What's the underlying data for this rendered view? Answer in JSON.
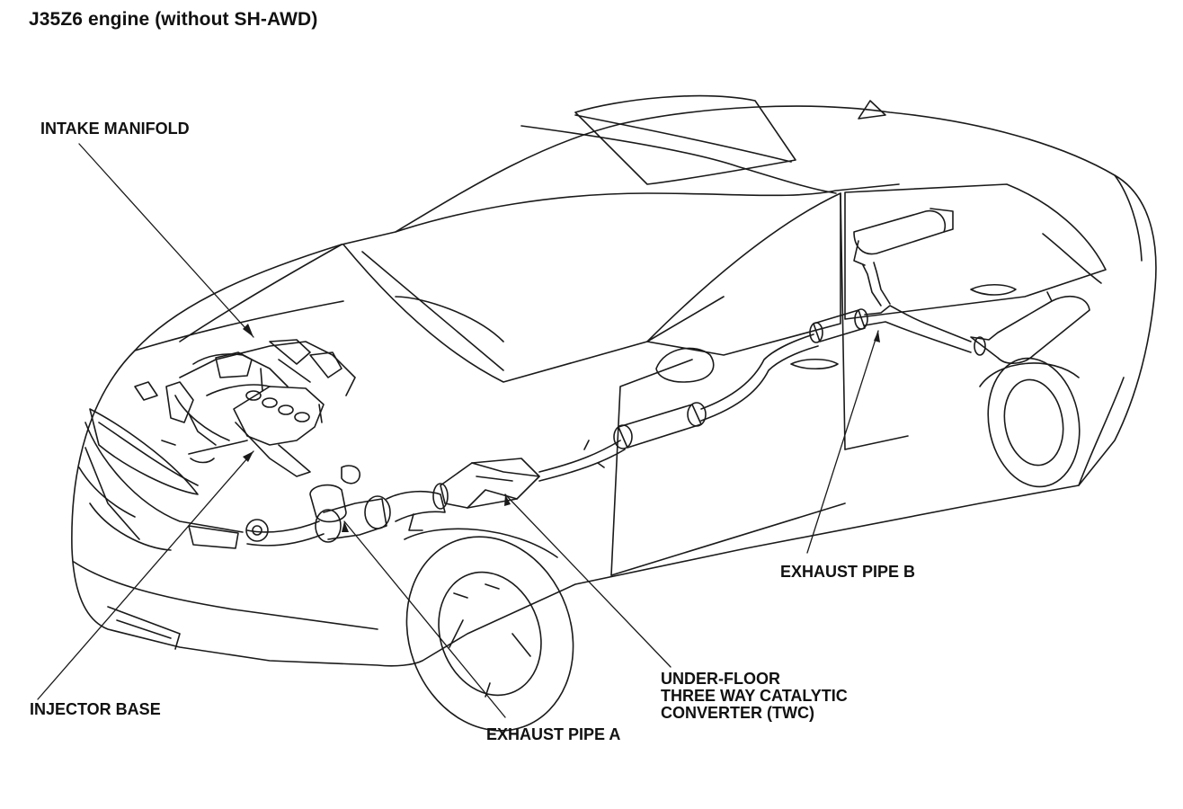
{
  "title": "J35Z6 engine (without SH-AWD)",
  "callouts": {
    "intake_manifold": "INTAKE MANIFOLD",
    "injector_base": "INJECTOR BASE",
    "exhaust_pipe_a": "EXHAUST PIPE A",
    "twc": [
      "UNDER-FLOOR",
      "THREE WAY CATALYTIC",
      "CONVERTER (TWC)"
    ],
    "exhaust_pipe_b": "EXHAUST PIPE B"
  },
  "colors": {
    "line": "#1a1a1a",
    "background": "#ffffff"
  }
}
